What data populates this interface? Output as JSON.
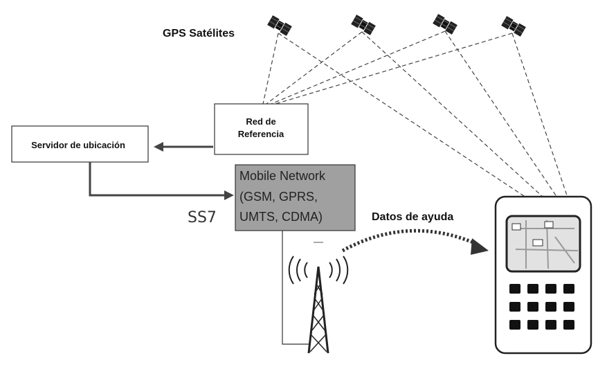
{
  "labels": {
    "gps_satellites": "GPS Satélites",
    "reference_network": [
      "Red de",
      "Referencia"
    ],
    "location_server": "Servidor de ubicación",
    "mobile_network": [
      "Mobile Network",
      "(GSM, GPRS,",
      "UMTS, CDMA)"
    ],
    "ss7": "SS7",
    "assistance_data": "Datos de ayuda"
  },
  "colors": {
    "mobile_network_fill": "#a0a0a0",
    "line": "#333333",
    "arrow": "#444444"
  },
  "icons": {
    "satellite": "satellite-icon",
    "tower": "cell-tower-icon",
    "phone": "mobile-phone-icon"
  }
}
